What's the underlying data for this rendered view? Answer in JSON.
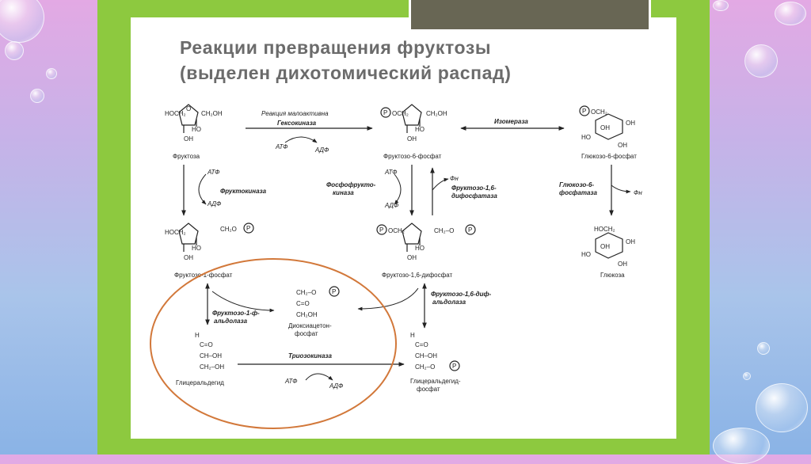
{
  "slide": {
    "title_line1": "Реакции превращения фруктозы",
    "title_line2": "(выделен  дихотомический распад)",
    "colors": {
      "frame": "#8dc93f",
      "card": "#ffffff",
      "title": "#6b6b6b",
      "circle": "#d2783a"
    }
  },
  "diagram": {
    "compounds": {
      "fructose": "Фруктоза",
      "f6p": "Фруктозо-6-фосфат",
      "g6p": "Глюкозо-6-фосфат",
      "f1p": "Фруктозо-1-фосфат",
      "f16bp": "Фруктозо-1,6-дифосфат",
      "glucose": "Глюкоза",
      "dhap_1": "Диоксиацетон-",
      "dhap_2": "фосфат",
      "glyceraldehyde": "Глицеральдегид",
      "g3p_1": "Глицеральдегид-",
      "g3p_2": "фосфат"
    },
    "enzymes": {
      "low_activity": "Реакция малоактивна",
      "hexokinase": "Гексокиназа",
      "isomerase": "Изомераза",
      "fructokinase": "Фруктокиназа",
      "pfk_1": "Фосфофрукто-",
      "pfk_2": "киназа",
      "fbpase_1": "Фруктозо-1,6-",
      "fbpase_2": "дифосфатаза",
      "g6pase_1": "Глюкозо-6-",
      "g6pase_2": "фосфатаза",
      "aldolase_b_1": "Фруктозо-1-ф-",
      "aldolase_b_2": "альдолаза",
      "aldolase_a_1": "Фруктозо-1,6-диф-",
      "aldolase_a_2": "альдолаза",
      "triokinase": "Триозокиназа"
    },
    "cofactors": {
      "atp": "АТФ",
      "adp": "АДФ",
      "pi": "Фн",
      "phosphate": "P"
    },
    "groups": {
      "hoch2": "HOCH₂",
      "ch2oh": "CH₂OH",
      "ch2o": "CH₂O",
      "ho": "HO",
      "oh": "OH",
      "o": "O",
      "p_och2": "OCH₂",
      "ch2o_dash": "CH₂–O",
      "h": "H",
      "co": "C=O",
      "cho": "C=O",
      "ch_oh": "CH–OH",
      "ch2_oh": "CH₂–OH",
      "ch2_o": "CH₂–O",
      "ch2oh_top": "CH₂–O",
      "c_eq_o": "C=O",
      "ch2oh_dhap": "CH₂OH"
    }
  }
}
